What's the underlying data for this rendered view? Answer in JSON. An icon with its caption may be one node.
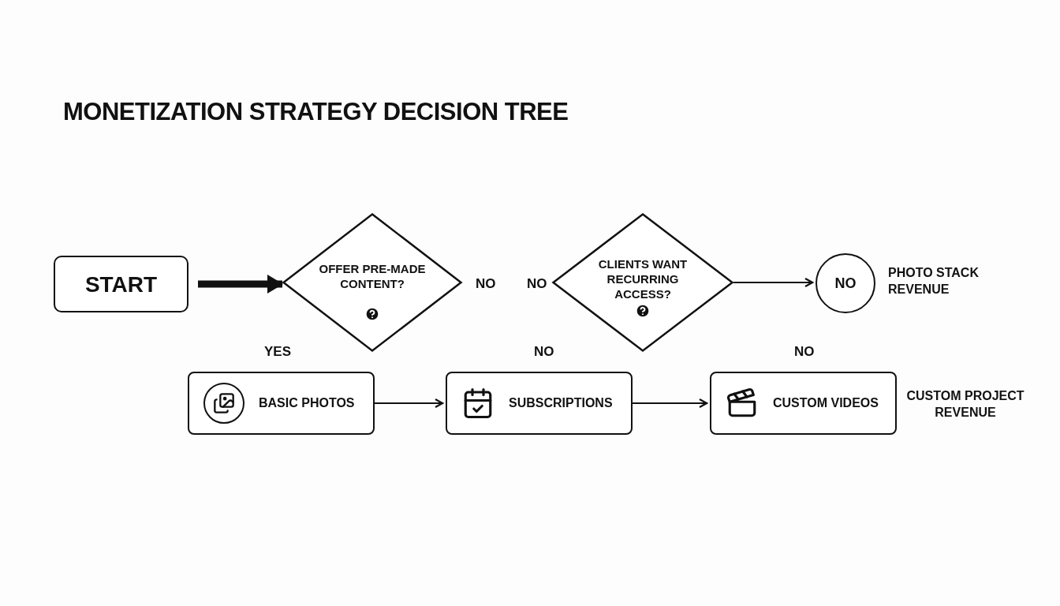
{
  "diagram": {
    "title": "MONETIZATION STRATEGY DECISION TREE",
    "nodes": [
      {
        "text": [
          "START"
        ]
      },
      {
        "text": [
          "OFFER PRE-MADE CONTENT?"
        ]
      },
      {
        "text": [
          "CLIENTS WANT RECURRING ACCESS?"
        ]
      },
      {
        "text": [
          "NO"
        ],
        "beside": [
          "PHOTO STACK REVENUE"
        ]
      },
      {
        "text": [
          "BASIC PHOTOS"
        ]
      },
      {
        "text": [
          "SUBSCRIPTIONS"
        ]
      },
      {
        "text": [
          "CUSTOM VIDEOS"
        ],
        "beside": [
          "CUSTOM PROJECT REVENUE"
        ]
      }
    ],
    "edges": [
      {
        "from": 0,
        "to": 1,
        "arrow": "to",
        "style": "thick"
      },
      {
        "from": 2,
        "to": 3,
        "arrow": "to"
      },
      {
        "from": 4,
        "to": 5,
        "arrow": "to"
      },
      {
        "from": 5,
        "to": 6,
        "arrow": "to"
      }
    ],
    "labels": [
      "NO",
      "NO",
      "YES",
      "NO",
      "NO"
    ]
  }
}
